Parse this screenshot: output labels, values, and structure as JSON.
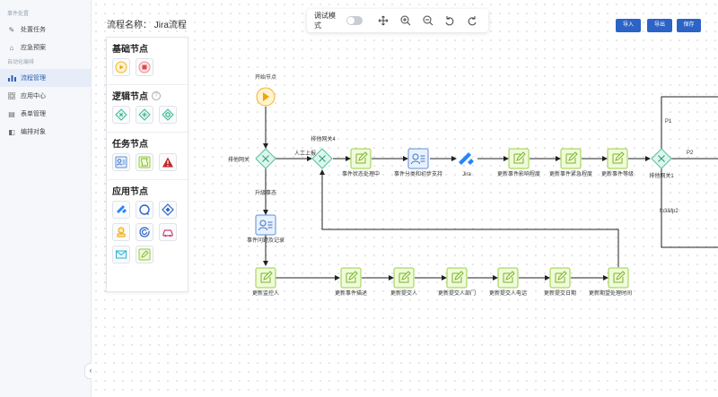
{
  "sidebar": {
    "groups": [
      {
        "title": "事件处置",
        "items": [
          {
            "label": "处置任务",
            "icon": "task-edit-icon"
          },
          {
            "label": "应急预案",
            "icon": "plan-icon"
          }
        ]
      },
      {
        "title": "自动化编排",
        "items": [
          {
            "label": "流程管理",
            "icon": "flow-chart-icon",
            "active": true
          },
          {
            "label": "应用中心",
            "icon": "apps-grid-icon"
          },
          {
            "label": "表单管理",
            "icon": "form-icon"
          },
          {
            "label": "编排对象",
            "icon": "object-icon"
          }
        ]
      }
    ]
  },
  "header": {
    "flow_title": "流程名称： Jira流程",
    "debug_label": "调试模式",
    "debug_on": false,
    "buttons": {
      "import": "导入",
      "export": "导出",
      "save": "保存"
    }
  },
  "palette": {
    "basic": {
      "title": "基础节点",
      "items": [
        "start-node-icon",
        "end-node-icon"
      ]
    },
    "logic": {
      "title": "逻辑节点",
      "items": [
        "exclusive-gateway-icon",
        "parallel-gateway-icon",
        "inclusive-gateway-icon"
      ]
    },
    "task": {
      "title": "任务节点",
      "items": [
        "user-task-icon",
        "script-task-icon",
        "alert-task-icon"
      ]
    },
    "app": {
      "title": "应用节点",
      "items": [
        "jira-app-icon",
        "chat-app-icon",
        "diamond-app-icon",
        "stamp-app-icon",
        "spiral-app-icon",
        "car-app-icon",
        "email-app-icon",
        "edit-app-icon"
      ]
    }
  },
  "flow": {
    "nodes": {
      "start": "开始节点",
      "gw1": "排他网关",
      "gw4": "排他网关4",
      "gw1b": "排他网关1",
      "n1": "事件状态处理中",
      "n2": "事件分类和初步支持",
      "jira": "Jira",
      "n3": "更新事件影响程度",
      "n4": "更新事件紧急程度",
      "n5": "更新事件等级",
      "record": "事件问题及记录",
      "b1": "更新监控人",
      "b2": "更新事件描述",
      "b3": "更新提交人",
      "b4": "更新提交人部门",
      "b5": "更新提交人电话",
      "b6": "更新提交日期",
      "b7": "更新期望处理时间"
    },
    "edges": {
      "manual": "人工上报",
      "upgrade": "升级事态",
      "p1": "P1",
      "p2": "P2",
      "p3p4": "fp3&fp2"
    }
  }
}
